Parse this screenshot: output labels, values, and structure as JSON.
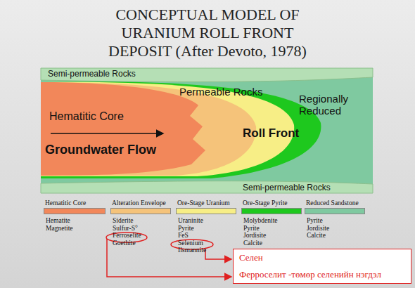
{
  "diagram": {
    "title": "CONCEPTUAL MODEL OF URANIUM ROLL FRONT DEPOSIT (After Devoto, 1978)",
    "nodes": [
      {
        "text": [
          "Селен",
          "Ферроселит -төмөр селенийн нэгдэл"
        ]
      }
    ],
    "labels": [
      "Semi-permeable Rocks",
      "Permeable Rocks",
      "Hematitic Core",
      "Regionally Reduced",
      "Groundwater Flow",
      "Roll Front",
      "Semi-permeable Rocks",
      "Hematite",
      "Magnetite",
      "Siderite",
      "Sulfur-S°",
      "Ferroselite",
      "Goethite",
      "Uraninite",
      "Pyrite",
      "FeS",
      "Selenium",
      "Ilsmannite",
      "Molybdenite",
      "Pyrite",
      "Jordisite",
      "Calcite",
      "Pyrite",
      "Jordisite",
      "Calcite"
    ],
    "legend": [
      {
        "text": "Hematitic Core",
        "color": "#f2875a"
      },
      {
        "text": "Alteration Envelope",
        "color": "#f5c37a"
      },
      {
        "text": "Ore-Stage Uranium",
        "color": "#f7ee86"
      },
      {
        "text": "Ore-Stage Pyrite",
        "color": "#1ec81e"
      },
      {
        "text": "Reduced Sandstone",
        "color": "#7fc9a0"
      }
    ]
  }
}
